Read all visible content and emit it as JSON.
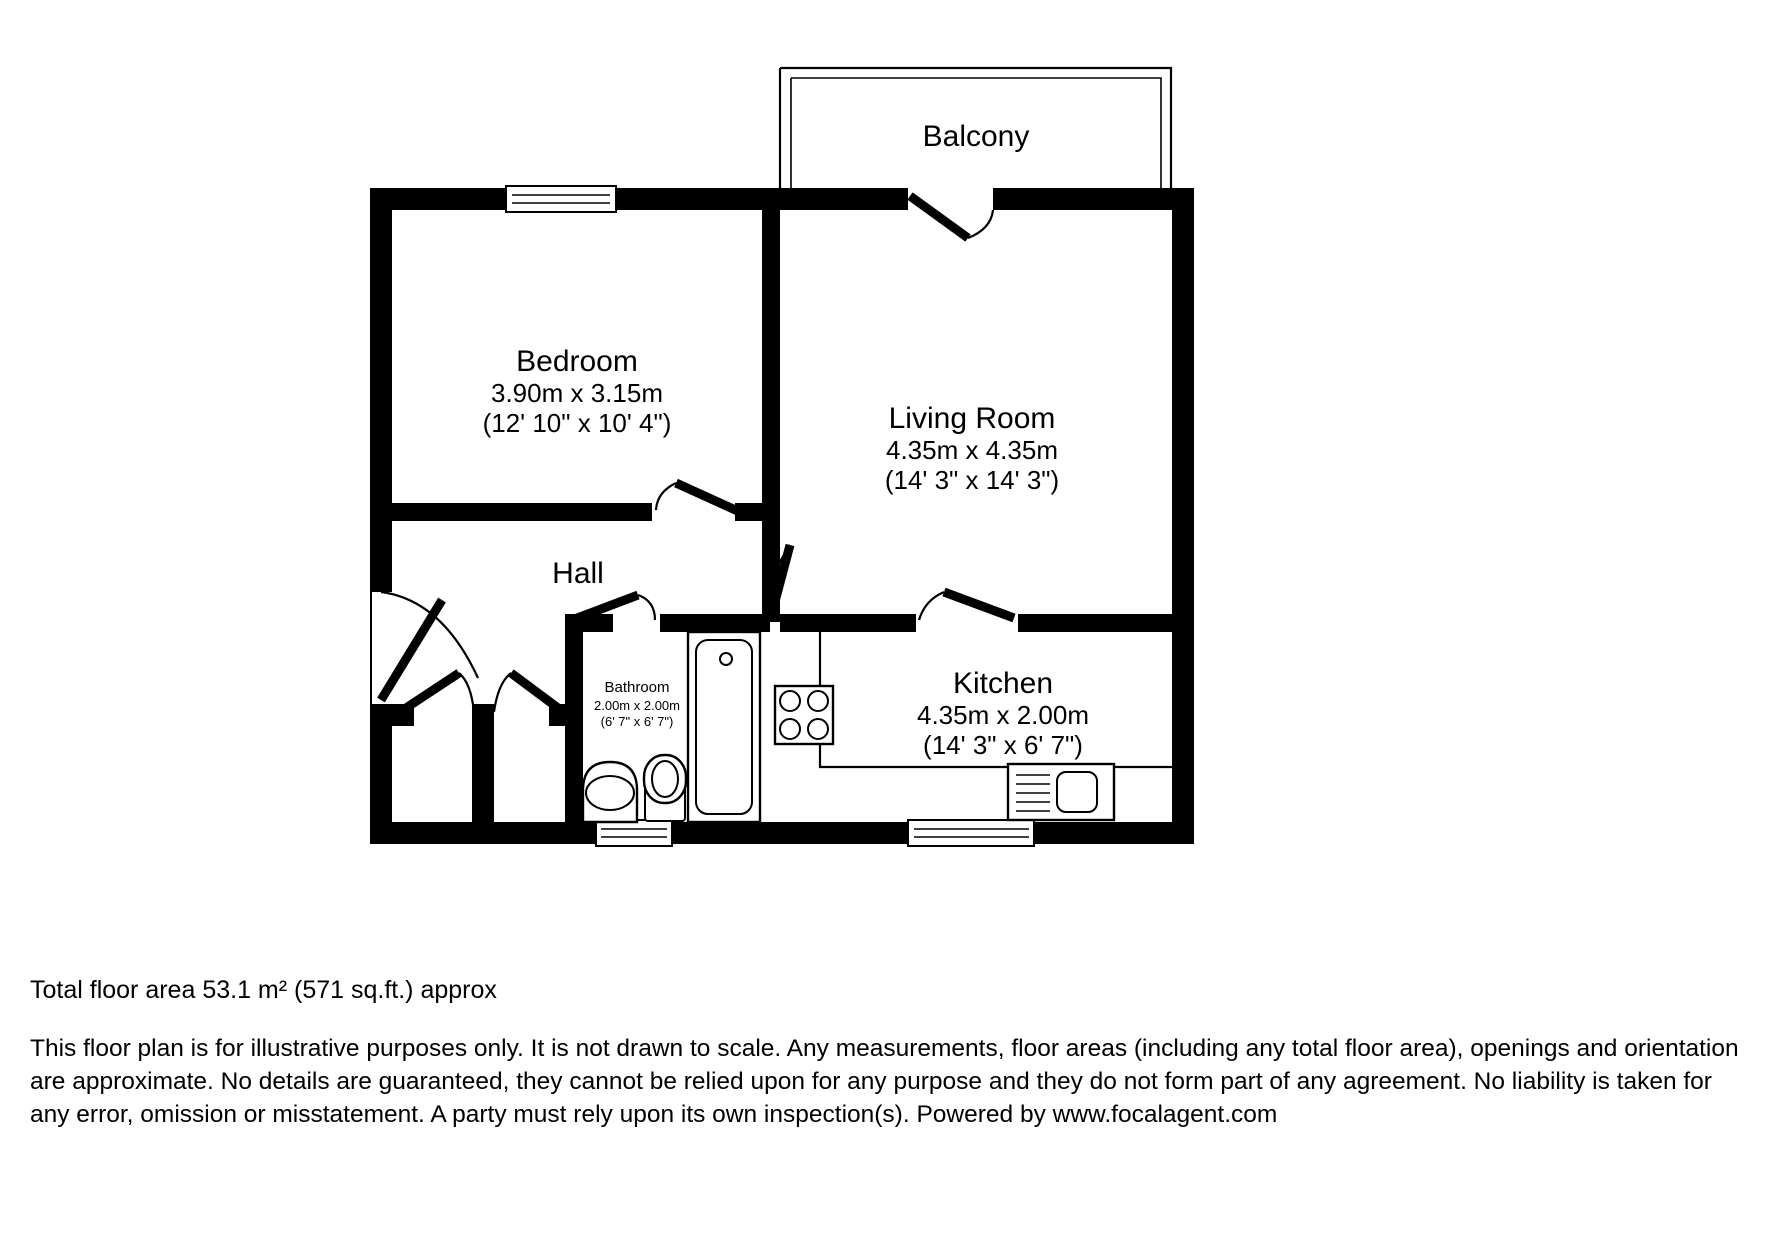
{
  "document": {
    "type": "floor-plan",
    "title": "Floor Plan"
  },
  "rooms": [
    {
      "key": "balcony",
      "name": "Balcony",
      "metric": "",
      "imperial": ""
    },
    {
      "key": "bedroom",
      "name": "Bedroom",
      "metric": "3.90m x 3.15m",
      "imperial": "(12' 10\" x 10' 4\")"
    },
    {
      "key": "living_room",
      "name": "Living Room",
      "metric": "4.35m x 4.35m",
      "imperial": "(14' 3\" x 14' 3\")"
    },
    {
      "key": "hall",
      "name": "Hall",
      "metric": "",
      "imperial": ""
    },
    {
      "key": "bathroom",
      "name": "Bathroom",
      "metric": "2.00m x 2.00m",
      "imperial": "(6' 7\" x 6' 7\")"
    },
    {
      "key": "kitchen",
      "name": "Kitchen",
      "metric": "4.35m x 2.00m",
      "imperial": "(14' 3\" x 6' 7\")"
    }
  ],
  "footer": {
    "total_area": "Total floor area 53.1 m² (571 sq.ft.) approx",
    "disclaimer": "This floor plan is for illustrative purposes only. It is not drawn to scale. Any measurements, floor areas (including any total floor area), openings and orientation are approximate. No details are guaranteed, they cannot be relied upon for any purpose and they do not form part of any agreement. No liability is taken for any error, omission or misstatement. A party must rely upon its own inspection(s). Powered by www.focalagent.com"
  },
  "colors": {
    "wall": "#000000",
    "background": "#ffffff",
    "text": "#000000"
  },
  "fixtures": [
    {
      "name": "bath-tub",
      "room": "bathroom"
    },
    {
      "name": "toilet",
      "room": "bathroom"
    },
    {
      "name": "wash-basin",
      "room": "bathroom"
    },
    {
      "name": "hob-cooker",
      "room": "kitchen"
    },
    {
      "name": "kitchen-sink",
      "room": "kitchen"
    },
    {
      "name": "worktop-counter",
      "room": "kitchen"
    }
  ],
  "openings": [
    {
      "name": "window-bedroom-north",
      "type": "window"
    },
    {
      "name": "window-bathroom-south",
      "type": "window"
    },
    {
      "name": "window-kitchen-south",
      "type": "window"
    },
    {
      "name": "door-balcony",
      "type": "door"
    },
    {
      "name": "door-entrance",
      "type": "door"
    },
    {
      "name": "door-bedroom",
      "type": "door"
    },
    {
      "name": "door-living-room",
      "type": "door"
    },
    {
      "name": "door-bathroom",
      "type": "door"
    },
    {
      "name": "door-cupboard-left",
      "type": "door"
    },
    {
      "name": "door-cupboard-right",
      "type": "door"
    },
    {
      "name": "door-kitchen",
      "type": "door"
    }
  ]
}
